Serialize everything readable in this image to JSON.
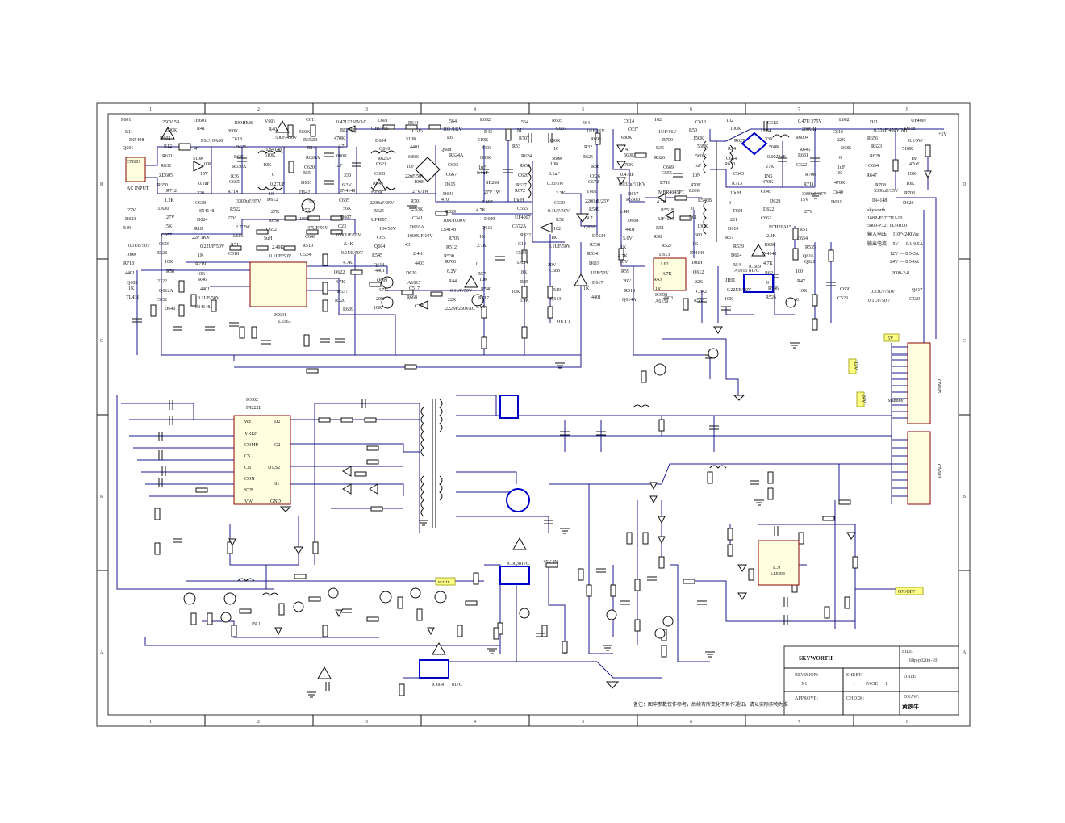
{
  "title_block": {
    "company": "SKYWORTH",
    "file_label": "FILE:",
    "file_name": "168p-p32ttu-10",
    "revision_label": "REVISION:",
    "revision": "X1",
    "sheet_label": "SHEET:",
    "sheet": "1",
    "page_label": "PAGE",
    "page": "1",
    "date_label": "DATE",
    "approve_label": "APPROVE:",
    "check_label": "CHECK:",
    "draw_label": "DRAW:",
    "drawer": "黄铁牛"
  },
  "spec_notes": [
    "skyworth",
    "168P-P32TTU-10",
    "5800-P32TTU-0100",
    "输入电压：  110～240Vac",
    "输出电流：  5V — 0.1-0.5A",
    "12V — 0.5-3A",
    "24V — 0.5-6A",
    "2009-2-8"
  ],
  "footnote": "备注：图中参数仅作参考，后续有所变化不另作通知，请以实际实物为准",
  "grid": {
    "columns": [
      "1",
      "2",
      "3",
      "4",
      "5",
      "6",
      "7",
      "8"
    ],
    "rows": [
      "D",
      "C",
      "B",
      "A"
    ]
  },
  "net_tags": {
    "v5": "5V",
    "v12": "12V",
    "v24": "24V",
    "onoff": "ON/OFF",
    "vcc": "vcc in",
    "plus5v": "+5V",
    "plus5v_in": "+5V IN",
    "standby": "Standby",
    "out1": "OUT 1",
    "in1": "IN 1"
  },
  "ic_blocks": [
    {
      "ref": "IC601",
      "part": "L6563"
    },
    {
      "ref": "IC602",
      "part": "F9222L",
      "pins_left": [
        "vcc",
        "VREF",
        "COMP",
        "CS",
        "CB",
        "CON",
        "STB",
        "VW"
      ],
      "pins_right": [
        "D2",
        "G2",
        "D1,S2",
        "S1",
        "GND"
      ]
    },
    {
      "ref": "IC608",
      "part": "A6159"
    },
    {
      "ref": "IC9",
      "part": "LM393"
    },
    {
      "ref": "IC609",
      "part": "817C"
    },
    {
      "ref": "IC603",
      "part": "817C"
    },
    {
      "ref": "IC604",
      "part": "817C"
    }
  ],
  "connectors": [
    {
      "ref": "CN601",
      "label": "AC INPUT"
    },
    {
      "ref": "CN605",
      "label": "CN605"
    },
    {
      "ref": "CN603",
      "label": "CN603"
    }
  ],
  "component_labels": [
    "F601",
    "250V 5A",
    "TH601",
    "10OHMS",
    "V601",
    "C611",
    "0.47U/250VAC",
    "L601",
    "R641",
    "564",
    "R652",
    "564",
    "R635",
    "564",
    "C614",
    "102",
    "C613",
    "102",
    "C612",
    "0.47U 275V",
    "L602",
    "D11",
    "UF4007",
    "R11",
    "390K",
    "R41",
    "390K",
    "R40",
    "560K",
    "BDV601",
    "GBU606",
    "C615",
    "103 /1KV",
    "R43",
    "1M",
    "C637",
    "1UF/16V",
    "C637",
    "1UF/16V",
    "R50",
    "100K",
    "L604",
    "200UH",
    "C616",
    "0.33uF/450V(M)",
    "D618",
    "IN5408",
    "D602",
    "FSU10A60",
    "C618",
    "150uF/450V",
    "R652D",
    "470K",
    "D634",
    "510K",
    "R6",
    "510K",
    "R707",
    "150K",
    "R698",
    "680K",
    "R709",
    "150K",
    "R627",
    "33K",
    "R6004",
    "22K",
    "R656",
    "0.1/5W",
    "Q601",
    "R12",
    "47",
    "D625",
    "LS4148",
    "R14",
    "4.7",
    "Q610",
    "4401",
    "Q608",
    "4403",
    "R53",
    "10",
    "R32",
    "47",
    "R35",
    "560K",
    "R34",
    "560K",
    "R646",
    "560K",
    "R623",
    "510K",
    "R631",
    "510K",
    "R632",
    "510K",
    "R626A",
    "680K",
    "R625A",
    "680K",
    "R624A",
    "680K",
    "R624",
    "560K",
    "R625",
    "560K",
    "R626",
    "560K",
    "C664",
    "0.0022uF",
    "R631",
    "0",
    "R629",
    "1M",
    "R632",
    "100K",
    "R630A",
    "10K",
    "C620",
    "1uF",
    "C621",
    "1uF",
    "C633",
    "1uF",
    "R655",
    "10K",
    "R38",
    "470K",
    "C669",
    "1uF",
    "R630",
    "27K",
    "C622",
    "1uF",
    "C654",
    "47uF",
    "ZD605",
    "15V",
    "R36",
    "0",
    "R55",
    "330",
    "C668",
    "22uF/50V",
    "C667",
    "0.1uF",
    "C626",
    "0.1uF",
    "C626",
    "0.47uF",
    "C655",
    "10N",
    "C643",
    "1N5",
    "R706",
    "1K",
    "R647",
    "10K",
    "R650",
    "0.1uF",
    "C665",
    "0.27UF",
    "D635",
    "6.2V",
    "R645",
    "100K",
    "D615",
    "SB260",
    "R637",
    "0.33/5W",
    "C672",
    "0.033uF/1KV",
    "R710",
    "470K",
    "R713",
    "470K",
    "R711",
    "470K",
    "R708",
    "10K",
    "R712",
    "220",
    "R714",
    "10",
    "D642",
    "IN4148",
    "D638",
    "27V/1W",
    "D641",
    "27V 1W",
    "R672",
    "3.3K",
    "T602",
    "D617",
    "MBR4045PT",
    "L606",
    "10uH",
    "C645",
    "3300uF/35V",
    "C640",
    "3300uF/35V",
    "R703",
    "1.2K",
    "C638",
    "3300uF/35V",
    "D612",
    "220",
    "C635",
    "2200uF/25V",
    "R701",
    "470",
    "L607",
    "10uH",
    "C639",
    "2200uF/25V",
    "R550D",
    "4.7K",
    "R548B",
    "0",
    "D629",
    "15V",
    "D631",
    "IN4148",
    "D628",
    "27V",
    "D630",
    "IN4148",
    "R522",
    "27K",
    "R521",
    "56K",
    "R525",
    "33K",
    "R529",
    "4.7K",
    "C555",
    "0.1UF/50V",
    "R549",
    "2.4K",
    "R551B",
    "0",
    "T604",
    "D622",
    "27V",
    "D623",
    "27V",
    "D624",
    "27V",
    "R658",
    "100K",
    "D607",
    "UF4007",
    "C641",
    "10N/1000V",
    "D609",
    "UF4007",
    "R52",
    "4.7",
    "D608",
    "UF4007",
    "R61",
    "221",
    "C662",
    "",
    "R49",
    "15K",
    "R18",
    "2.7/2W",
    "C652",
    "47UF/50V",
    "C23",
    "104/50V",
    "D616A",
    "LS4148",
    "Q615",
    "C672A",
    "102",
    "Q620",
    "4401",
    "R51",
    "100K",
    "D610",
    "FCH20A15",
    "R51",
    "",
    "C657",
    "22P 1KV",
    "L605",
    "5uH",
    "C649",
    "1000UF/10V",
    "C651",
    "1000UF/10V",
    "R705",
    "1K",
    "R532",
    "1K",
    "D5634",
    "5.6V",
    "R58",
    "680",
    "R57",
    "2.2K",
    "C654",
    "0.1UF/50V",
    "C656",
    "0.22UF/50V",
    "R511",
    "2.49K",
    "R510",
    "2.4K",
    "Q604",
    "431",
    "R512",
    "2.1K",
    "C19",
    "0.1UF/50V",
    "R538",
    "1K",
    "R527",
    "1K",
    "R539",
    "100K",
    "R535",
    "100K",
    "R528",
    "1K",
    "C518",
    "0.1UF/50V",
    "C524",
    "0.1UF/50V",
    "R545",
    "2.4K",
    "R530",
    "",
    "C534",
    "",
    "R534",
    "4.7K",
    "D613",
    "IN4148",
    "D614",
    "IN4148",
    "Q616",
    "R718",
    "10K",
    "R719",
    "4.7K",
    "Q614",
    "4403",
    "R700",
    "0",
    "D624",
    "20V",
    "D619",
    "20V",
    "L62",
    "10uH",
    "R54",
    "4.7K",
    "Q621",
    "4401",
    "R58",
    "10K",
    "Q622",
    "4401",
    "D620",
    "6.2V",
    "R57",
    "18K",
    "C683",
    "1UF/50V",
    "R59",
    "4.7K",
    "Q612",
    "A1015",
    "R62",
    "100",
    "Q602",
    "2222",
    "R46",
    "4.7K",
    "Q609",
    "A1015",
    "R44",
    "10K",
    "R45",
    "",
    "D617",
    "20V",
    "R43",
    "22K",
    "JR01",
    "0",
    "R47",
    "1K",
    "Q612A",
    "4401",
    "R537",
    "4.7K",
    "C517",
    "0.1UF/50V",
    "R540",
    "10K",
    "R10",
    "1K",
    "R518",
    "1K",
    "C642",
    "0.22UF/50V",
    "R546",
    "10K",
    "C650",
    "0.33UF/50V",
    "Q617",
    "TL431",
    "C652",
    "0.1UF/50V",
    "R520",
    "20K",
    "R668",
    "22K",
    "R517",
    "3.9K",
    "Q613",
    "4401",
    "Q614A",
    "4403",
    "R533",
    "10K",
    "R526",
    "0",
    "C523",
    "0.1UF/50V",
    "C529",
    "",
    "D640",
    "IN4148",
    "R639",
    "10K",
    "CY5",
    "222M/250VAC",
    "CY6",
    ""
  ]
}
